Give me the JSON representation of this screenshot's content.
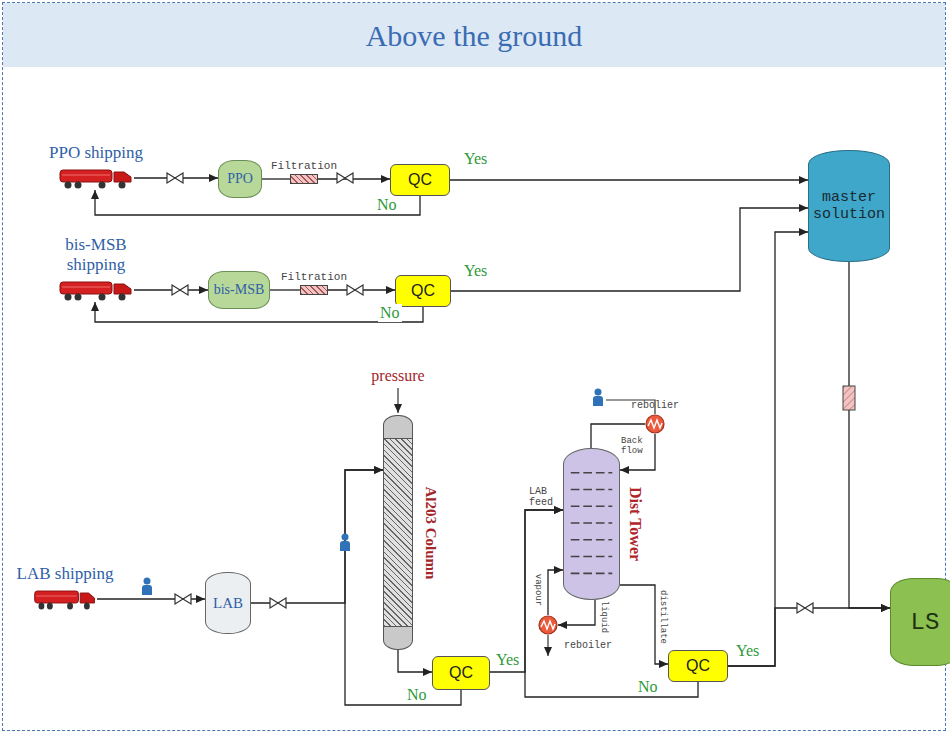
{
  "diagram": {
    "title": "Above the ground",
    "nodes": [
      {
        "text": [
          "PPO shipping"
        ]
      },
      {
        "text": [
          "PPO"
        ]
      },
      {
        "text": [
          "Filtration"
        ]
      },
      {
        "text": [
          "QC"
        ]
      },
      {
        "text": [
          "master solution"
        ]
      },
      {
        "text": [
          "bis-MSB shipping"
        ]
      },
      {
        "text": [
          "bis-MSB"
        ]
      },
      {
        "text": [
          "Filtration"
        ]
      },
      {
        "text": [
          "QC"
        ]
      },
      {
        "text": [
          "LAB shipping"
        ]
      },
      {
        "text": [
          "LAB"
        ]
      },
      {
        "text": [
          "Al203 Column"
        ]
      },
      {
        "text": [
          "QC"
        ]
      },
      {
        "text": [
          "Dist Tower"
        ]
      },
      {
        "text": [
          "rebolier"
        ]
      },
      {
        "text": [
          "reboiler"
        ]
      },
      {
        "text": [
          "QC"
        ]
      },
      {
        "text": [
          "LS"
        ]
      }
    ],
    "edges": [
      {
        "from": 0,
        "to": 1,
        "arrow": "to"
      },
      {
        "from": 1,
        "to": 2,
        "arrow": "none"
      },
      {
        "from": 2,
        "to": 3,
        "arrow": "to"
      },
      {
        "from": 3,
        "to": 4,
        "arrow": "to",
        "label": "Yes"
      },
      {
        "from": 3,
        "to": 0,
        "arrow": "to",
        "label": "No"
      },
      {
        "from": 5,
        "to": 6,
        "arrow": "to"
      },
      {
        "from": 6,
        "to": 7,
        "arrow": "none"
      },
      {
        "from": 7,
        "to": 8,
        "arrow": "to"
      },
      {
        "from": 8,
        "to": 4,
        "arrow": "to",
        "label": "Yes"
      },
      {
        "from": 8,
        "to": 5,
        "arrow": "to",
        "label": "No"
      },
      {
        "from": 9,
        "to": 10,
        "arrow": "to"
      },
      {
        "from": 10,
        "to": 11,
        "arrow": "to"
      },
      {
        "from": 11,
        "to": 12,
        "arrow": "to"
      },
      {
        "from": 12,
        "to": 13,
        "arrow": "to",
        "label": "Yes"
      },
      {
        "from": 12,
        "to": 11,
        "arrow": "to",
        "label": "No"
      },
      {
        "from": 13,
        "to": 14,
        "arrow": "none"
      },
      {
        "from": 14,
        "to": 13,
        "arrow": "to"
      },
      {
        "from": 13,
        "to": 15,
        "arrow": "to"
      },
      {
        "from": 15,
        "to": 13,
        "arrow": "to"
      },
      {
        "from": 13,
        "to": 16,
        "arrow": "to"
      },
      {
        "from": 16,
        "to": 4,
        "arrow": "to",
        "label": "Yes"
      },
      {
        "from": 16,
        "to": 17,
        "arrow": "to"
      },
      {
        "from": 16,
        "to": 13,
        "arrow": "to",
        "label": "No"
      },
      {
        "from": 4,
        "to": 17,
        "arrow": "to"
      }
    ],
    "labels": [
      "pressure",
      "LAB feed",
      "Back flow",
      "distillate",
      "vapour",
      "liquid"
    ]
  }
}
